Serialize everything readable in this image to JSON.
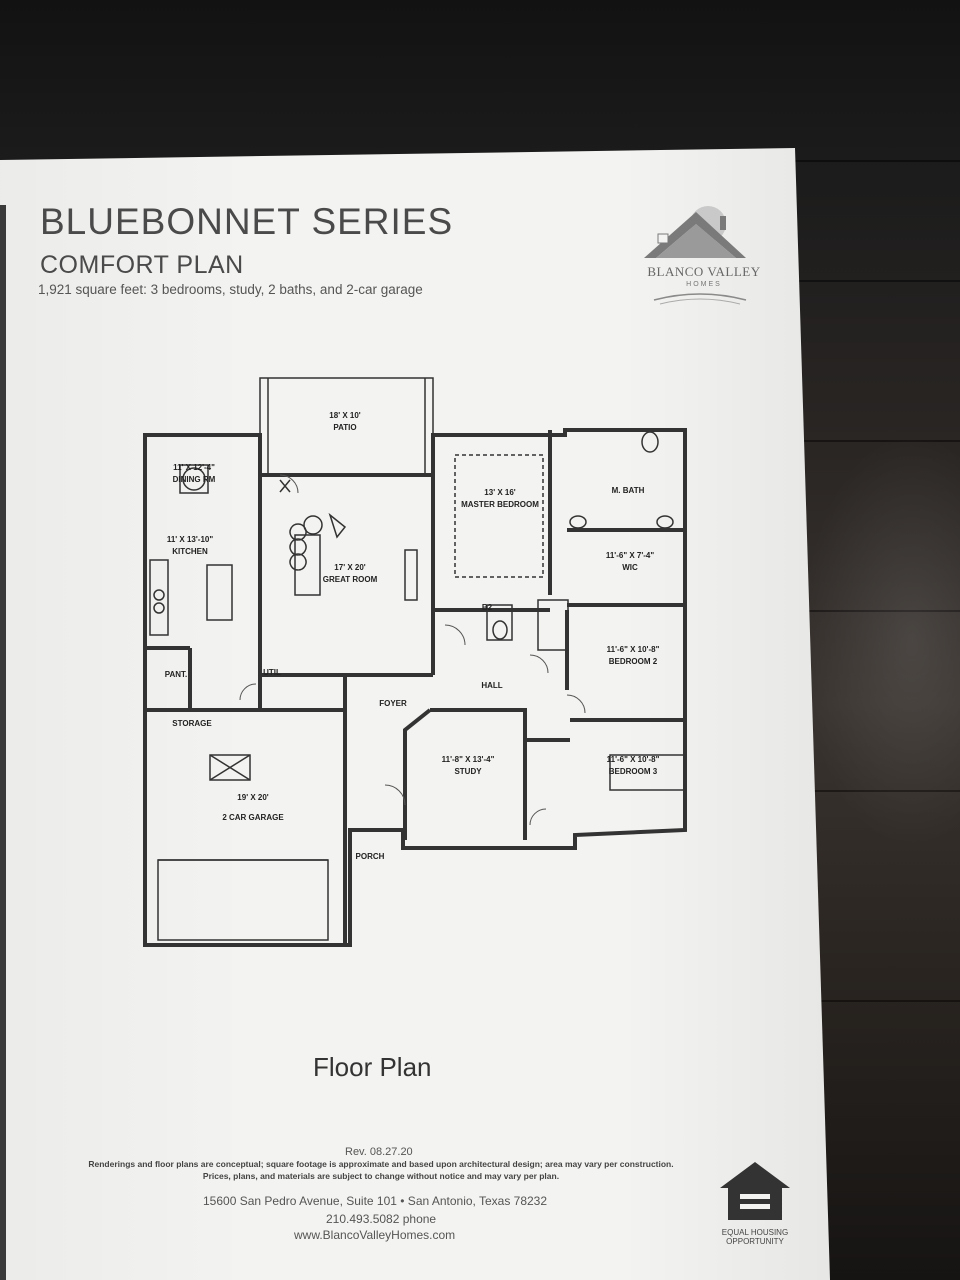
{
  "header": {
    "title": "BLUEBONNET SERIES",
    "subtitle": "COMFORT PLAN",
    "description": "1,921 square feet: 3 bedrooms, study, 2 baths, and 2-car garage"
  },
  "logo": {
    "name": "BLANCO VALLEY",
    "tagline": "HOMES",
    "icon": "house-logo-icon"
  },
  "floor_plan": {
    "rooms": [
      {
        "dims": "18' X 10'",
        "name": "PATIO"
      },
      {
        "dims": "11' X 12'-4\"",
        "name": "DINING RM"
      },
      {
        "dims": "11' X 13'-10\"",
        "name": "KITCHEN"
      },
      {
        "dims": "17' X 20'",
        "name": "GREAT ROOM"
      },
      {
        "dims": "13' X 16'",
        "name": "MASTER BEDROOM"
      },
      {
        "dims": "",
        "name": "M. BATH"
      },
      {
        "dims": "11'-6\" X 7'-4\"",
        "name": "WIC"
      },
      {
        "dims": "",
        "name": "B2"
      },
      {
        "dims": "",
        "name": "HALL"
      },
      {
        "dims": "11'-6\" X 10'-8\"",
        "name": "BEDROOM 2"
      },
      {
        "dims": "11'-6\" X 10'-8\"",
        "name": "BEDROOM 3"
      },
      {
        "dims": "",
        "name": "PANT."
      },
      {
        "dims": "",
        "name": "UTIL"
      },
      {
        "dims": "",
        "name": "STORAGE"
      },
      {
        "dims": "",
        "name": "FOYER"
      },
      {
        "dims": "11'-8\" X 13'-4\"",
        "name": "STUDY"
      },
      {
        "dims": "19' X 20'",
        "name": "2 CAR GARAGE"
      },
      {
        "dims": "",
        "name": "PORCH"
      }
    ]
  },
  "footer": {
    "label": "Floor Plan",
    "revision": "Rev. 08.27.20",
    "disclaimer_line1": "Renderings and floor plans are conceptual; square footage is approximate and based upon architectural design; area may vary per construction.",
    "disclaimer_line2": "Prices, plans, and materials are subject to change without notice and may vary per plan.",
    "address": "15600 San Pedro Avenue, Suite 101 • San Antonio, Texas 78232",
    "phone": "210.493.5082 phone",
    "website": "www.BlancoValleyHomes.com",
    "equal_housing_line1": "EQUAL HOUSING",
    "equal_housing_line2": "OPPORTUNITY"
  },
  "colors": {
    "paper": "#f3f3f1",
    "ink": "#333333",
    "background": "#1c1c1c"
  }
}
